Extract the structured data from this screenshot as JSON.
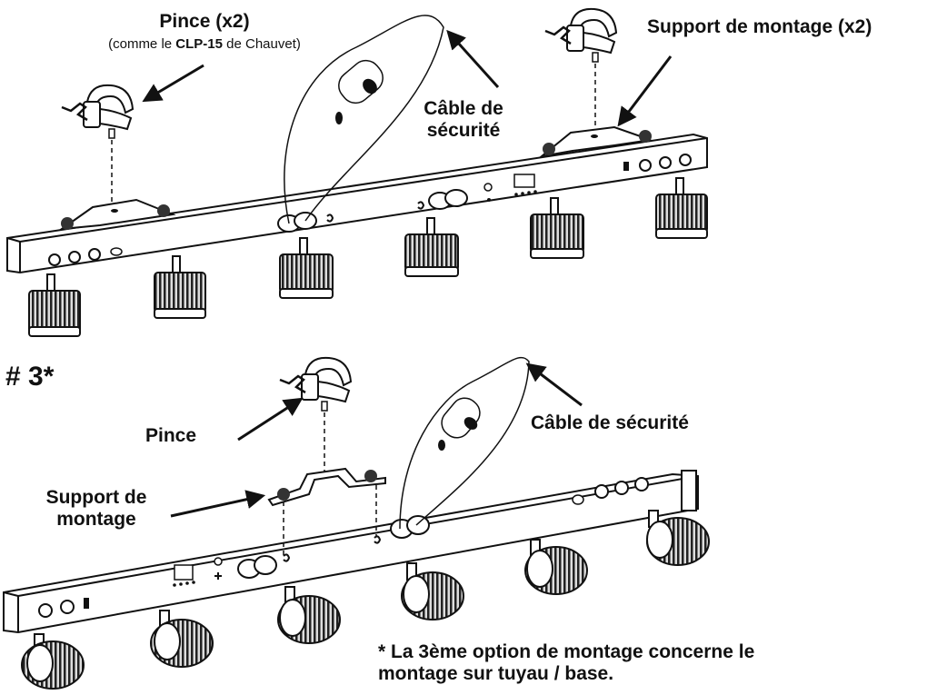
{
  "labels": {
    "clamp_x2": "Pince (x2)",
    "clamp_note_prefix": "(comme le ",
    "clamp_note_model": "CLP-15",
    "clamp_note_suffix": " de Chauvet)",
    "mount_bracket_x2": "Support de montage (x2)",
    "safety_cable_top_line1": "Câble de",
    "safety_cable_top_line2": "sécurité",
    "option_number": "# 3*",
    "clamp_single": "Pince",
    "safety_cable_bottom": "Câble de sécurité",
    "mount_bracket_line1": "Support de",
    "mount_bracket_line2": "montage",
    "footnote_line1": "* La 3ème option de montage concerne le",
    "footnote_line2": "montage sur tuyau / base."
  }
}
